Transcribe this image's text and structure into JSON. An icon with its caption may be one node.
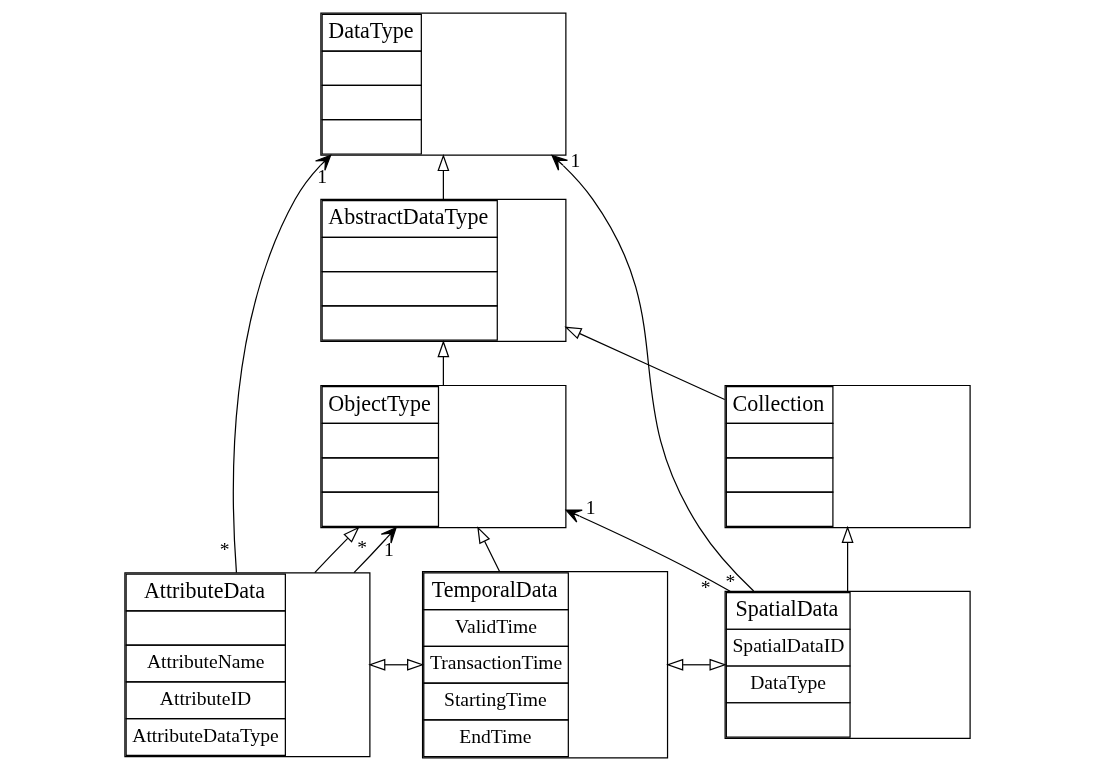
{
  "diagram": {
    "nodes": [
      {
        "text": [
          "DataType"
        ]
      },
      {
        "text": [
          "AbstractDataType"
        ]
      },
      {
        "text": [
          "ObjectType"
        ]
      },
      {
        "text": [
          "Collection"
        ]
      },
      {
        "text": [
          "AttributeData",
          "AttributeName",
          "AttributeID",
          "AttributeDataType"
        ]
      },
      {
        "text": [
          "TemporalData",
          "ValidTime",
          "TransactionTime",
          "StartingTime",
          "EndTime"
        ]
      },
      {
        "text": [
          "SpatialData",
          "SpatialDataID",
          "DataType"
        ]
      }
    ],
    "edges": [
      {
        "from": 1,
        "to": 0,
        "arrow": "to"
      },
      {
        "from": 2,
        "to": 1,
        "arrow": "to"
      },
      {
        "from": 3,
        "to": 1,
        "arrow": "to"
      },
      {
        "from": 4,
        "to": 2,
        "arrow": "to"
      },
      {
        "from": 5,
        "to": 2,
        "arrow": "to"
      },
      {
        "from": 6,
        "to": 3,
        "arrow": "to"
      },
      {
        "from": 4,
        "to": 0,
        "arrow": "to"
      },
      {
        "from": 6,
        "to": 0,
        "arrow": "to"
      },
      {
        "from": 4,
        "to": 2,
        "arrow": "to"
      },
      {
        "from": 6,
        "to": 2,
        "arrow": "to"
      },
      {
        "from": 4,
        "to": 5,
        "arrow": "both"
      },
      {
        "from": 5,
        "to": 6,
        "arrow": "both"
      }
    ],
    "labels": [
      "1",
      "1",
      "1",
      "1",
      "*",
      "*",
      "*",
      "*"
    ]
  }
}
